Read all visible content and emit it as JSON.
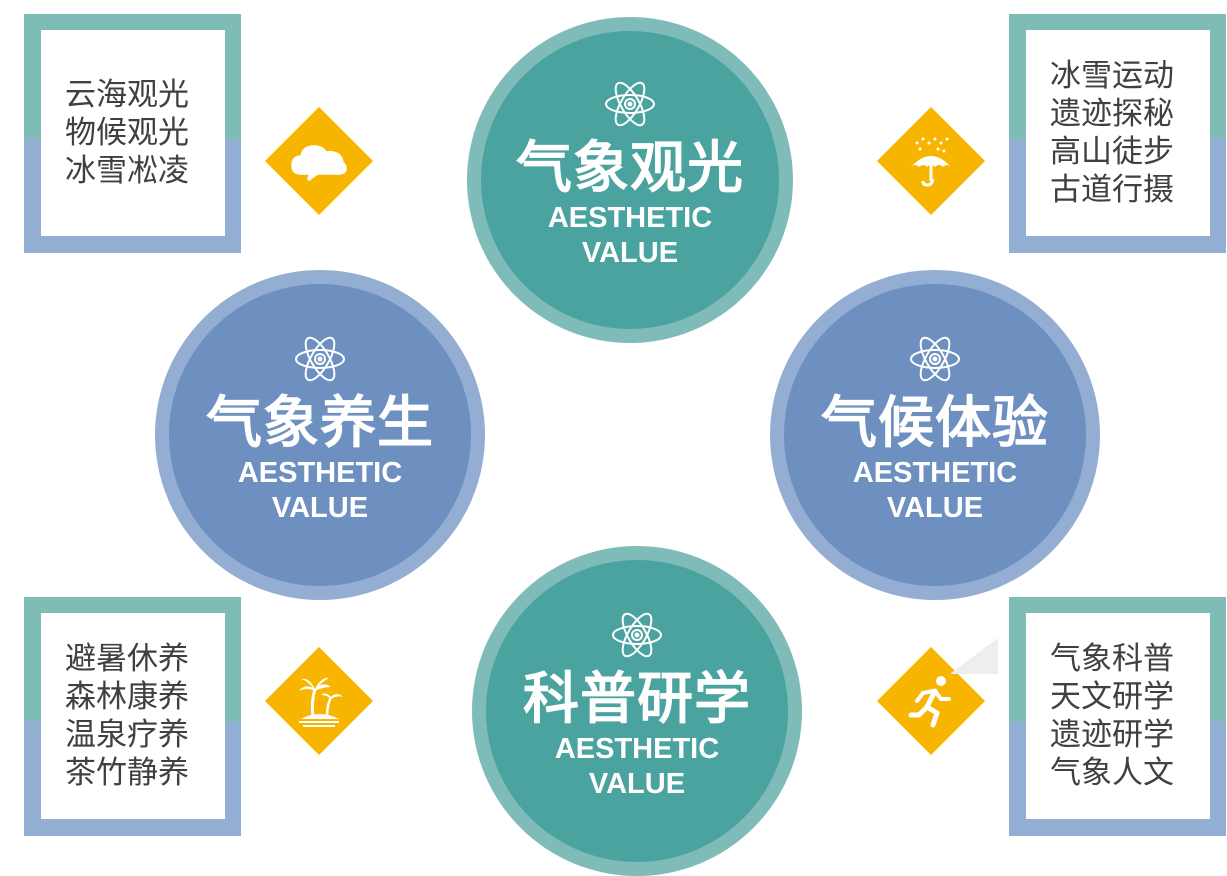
{
  "circles": {
    "top": {
      "title": "气象观光",
      "subtitle_1": "AESTHETIC",
      "subtitle_2": "VALUE"
    },
    "left": {
      "title": "气象养生",
      "subtitle_1": "AESTHETIC",
      "subtitle_2": "VALUE"
    },
    "right": {
      "title": "气候体验",
      "subtitle_1": "AESTHETIC",
      "subtitle_2": "VALUE"
    },
    "bottom": {
      "title": "科普研学",
      "subtitle_1": "AESTHETIC",
      "subtitle_2": "VALUE"
    }
  },
  "boxes": {
    "top_left": {
      "lines": [
        "云海观光",
        "物候观光",
        "冰雪凇凌"
      ]
    },
    "top_right": {
      "lines": [
        "冰雪运动",
        "遗迹探秘",
        "高山徒步",
        "古道行摄"
      ]
    },
    "bottom_left": {
      "lines": [
        "避暑休养",
        "森林康养",
        "温泉疗养",
        "茶竹静养"
      ]
    },
    "bottom_right": {
      "lines": [
        "气象科普",
        "天文研学",
        "遗迹研学",
        "气象人文"
      ]
    }
  },
  "icons": {
    "top_left": "cloud-icon",
    "top_right": "umbrella-rain-icon",
    "bottom_left": "palm-island-icon",
    "bottom_right": "running-person-icon",
    "circles": "atom-icon"
  },
  "colors": {
    "teal_outer": "#7fbcb9",
    "teal_inner": "#4aa39f",
    "blue_outer": "#94aed3",
    "blue_inner": "#6e90c0",
    "diamond": "#f7b500"
  }
}
